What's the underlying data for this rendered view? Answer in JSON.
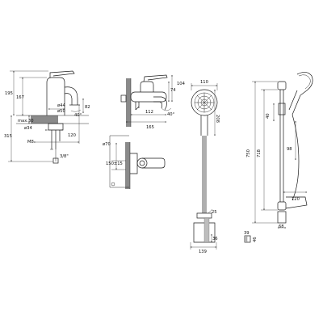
{
  "views": {
    "basin_mixer": {
      "d195": "195",
      "d167": "167",
      "d44": "ø44",
      "d50": "ø50",
      "d82": "82",
      "angle": "40°",
      "max30": "max.30",
      "d34": "ø34",
      "d120": "120",
      "d315": "315",
      "m8": "M8",
      "d3_8": "3/8\""
    },
    "bath_mixer": {
      "d104": "104",
      "d74": "74",
      "d112": "112",
      "d165": "165",
      "angle": "40°"
    },
    "bath_mixer_side": {
      "d70": "ø70",
      "d150": "150±15"
    },
    "hand_shower_set": {
      "d110": "110",
      "d208": "208",
      "d25": "25",
      "d36": "36",
      "d139": "139"
    },
    "shower_rail": {
      "d40": "40",
      "d750": "750",
      "d718": "718",
      "d98": "98",
      "d120": "120",
      "d68": "68",
      "d39": "39",
      "d46": "46"
    }
  },
  "colors": {
    "line": "#1a1a1a",
    "hatch": "#8a8a8a"
  }
}
